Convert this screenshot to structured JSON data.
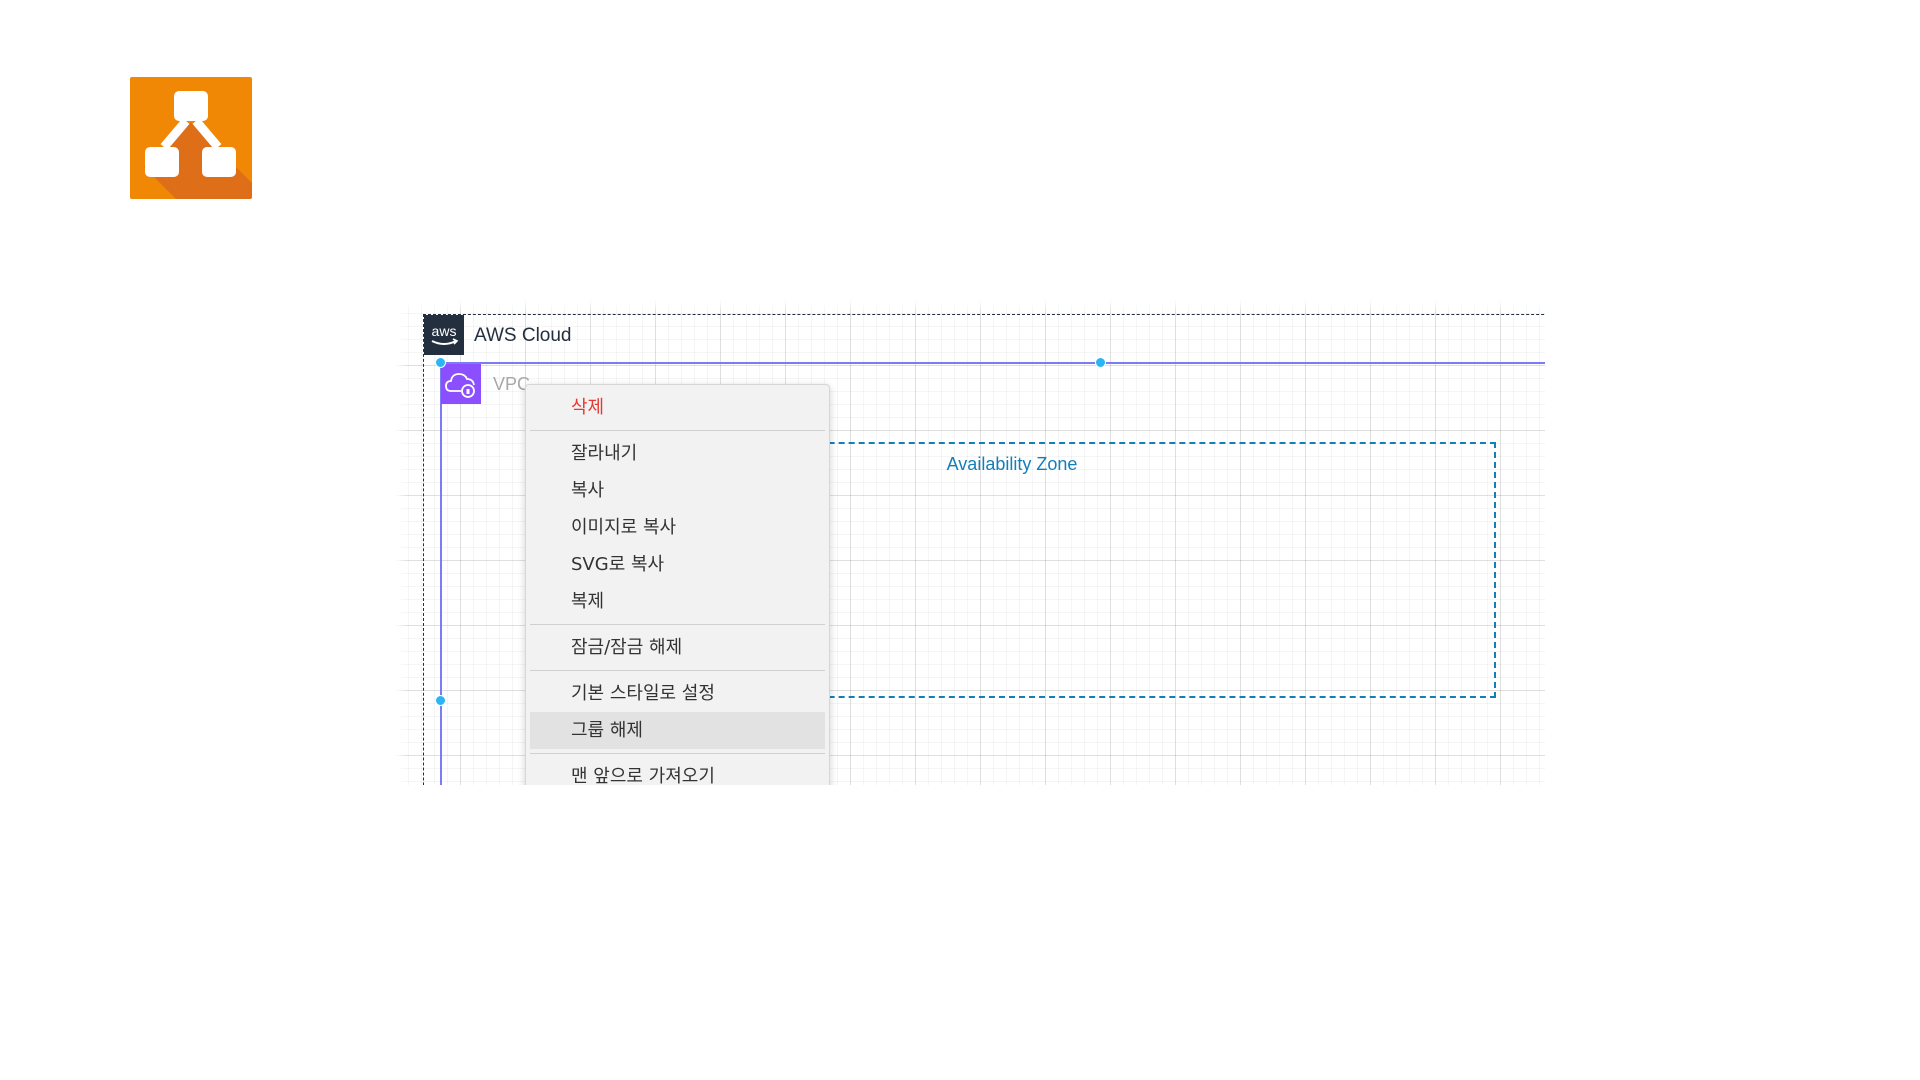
{
  "app": {
    "logo_icon": "drawio-logo-icon",
    "logo_color": "#f08705"
  },
  "diagram": {
    "aws_cloud": {
      "label": "AWS Cloud",
      "badge_text": "aws",
      "badge_color": "#232f3e"
    },
    "vpc": {
      "label": "VPC",
      "icon": "vpc-cloud-lock-icon",
      "badge_color": "#8c4fff",
      "selected": true
    },
    "availability_zone": {
      "label": "Availability Zone",
      "border_color": "#147eba"
    }
  },
  "context_menu": {
    "groups": [
      [
        {
          "label": "삭제",
          "danger": true
        }
      ],
      [
        {
          "label": "잘라내기"
        },
        {
          "label": "복사"
        },
        {
          "label": "이미지로 복사"
        },
        {
          "label": "SVG로 복사"
        },
        {
          "label": "복제"
        }
      ],
      [
        {
          "label": "잠금/잠금 해제"
        }
      ],
      [
        {
          "label": "기본 스타일로 설정"
        },
        {
          "label": "그룹 해제",
          "hover": true
        }
      ],
      [
        {
          "label": "맨 앞으로 가져오기"
        }
      ]
    ]
  }
}
